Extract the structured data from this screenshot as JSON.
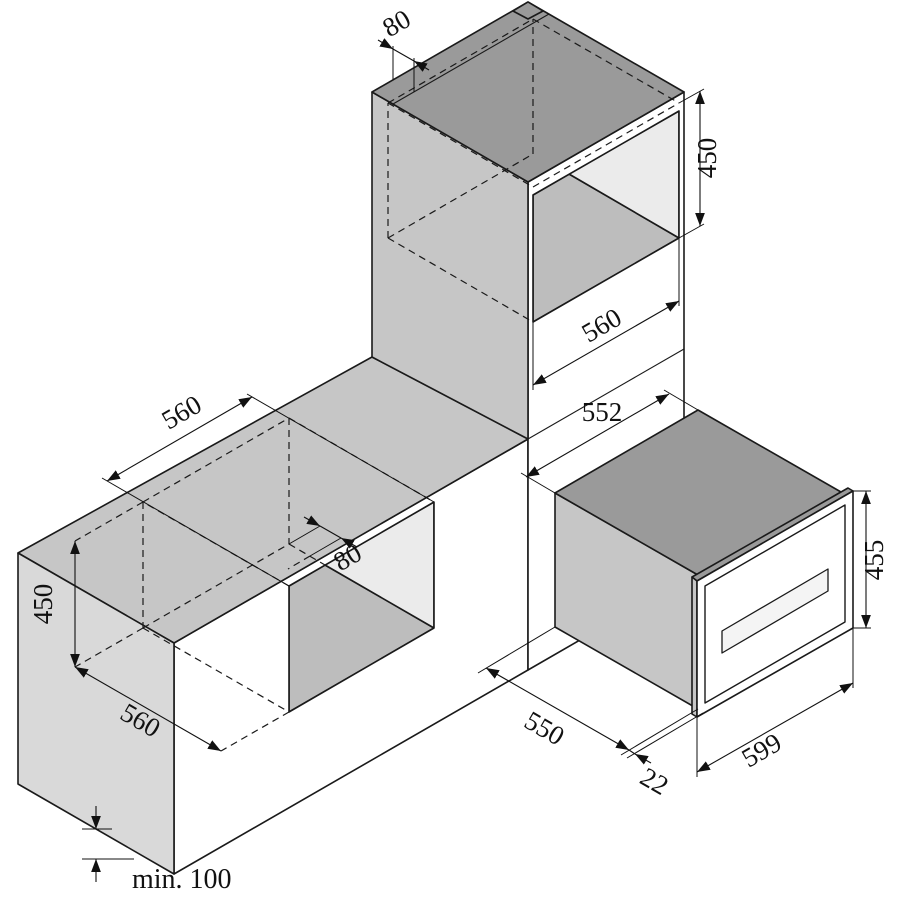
{
  "diagram": {
    "labels": {
      "top_rear_gap": "80",
      "upper_niche_height": "450",
      "upper_niche_width": "560",
      "cutout_width": "552",
      "rear_gap": "80",
      "base_niche_width": "560",
      "base_niche_height": "450",
      "base_niche_depth": "560",
      "oven_depth": "550",
      "door_protrusion": "22",
      "oven_width": "599",
      "oven_height": "455",
      "plinth_clearance": "min. 100"
    },
    "colors": {
      "outline": "#1a1a1a",
      "face_top": "#9a9a9a",
      "face_side": "#c6c6c6",
      "face_end": "#d9d9d9",
      "face_front": "#ffffff",
      "face_shelf": "#bdbdbd",
      "face_inner": "#ebebeb",
      "dim_color": "#111111"
    }
  }
}
